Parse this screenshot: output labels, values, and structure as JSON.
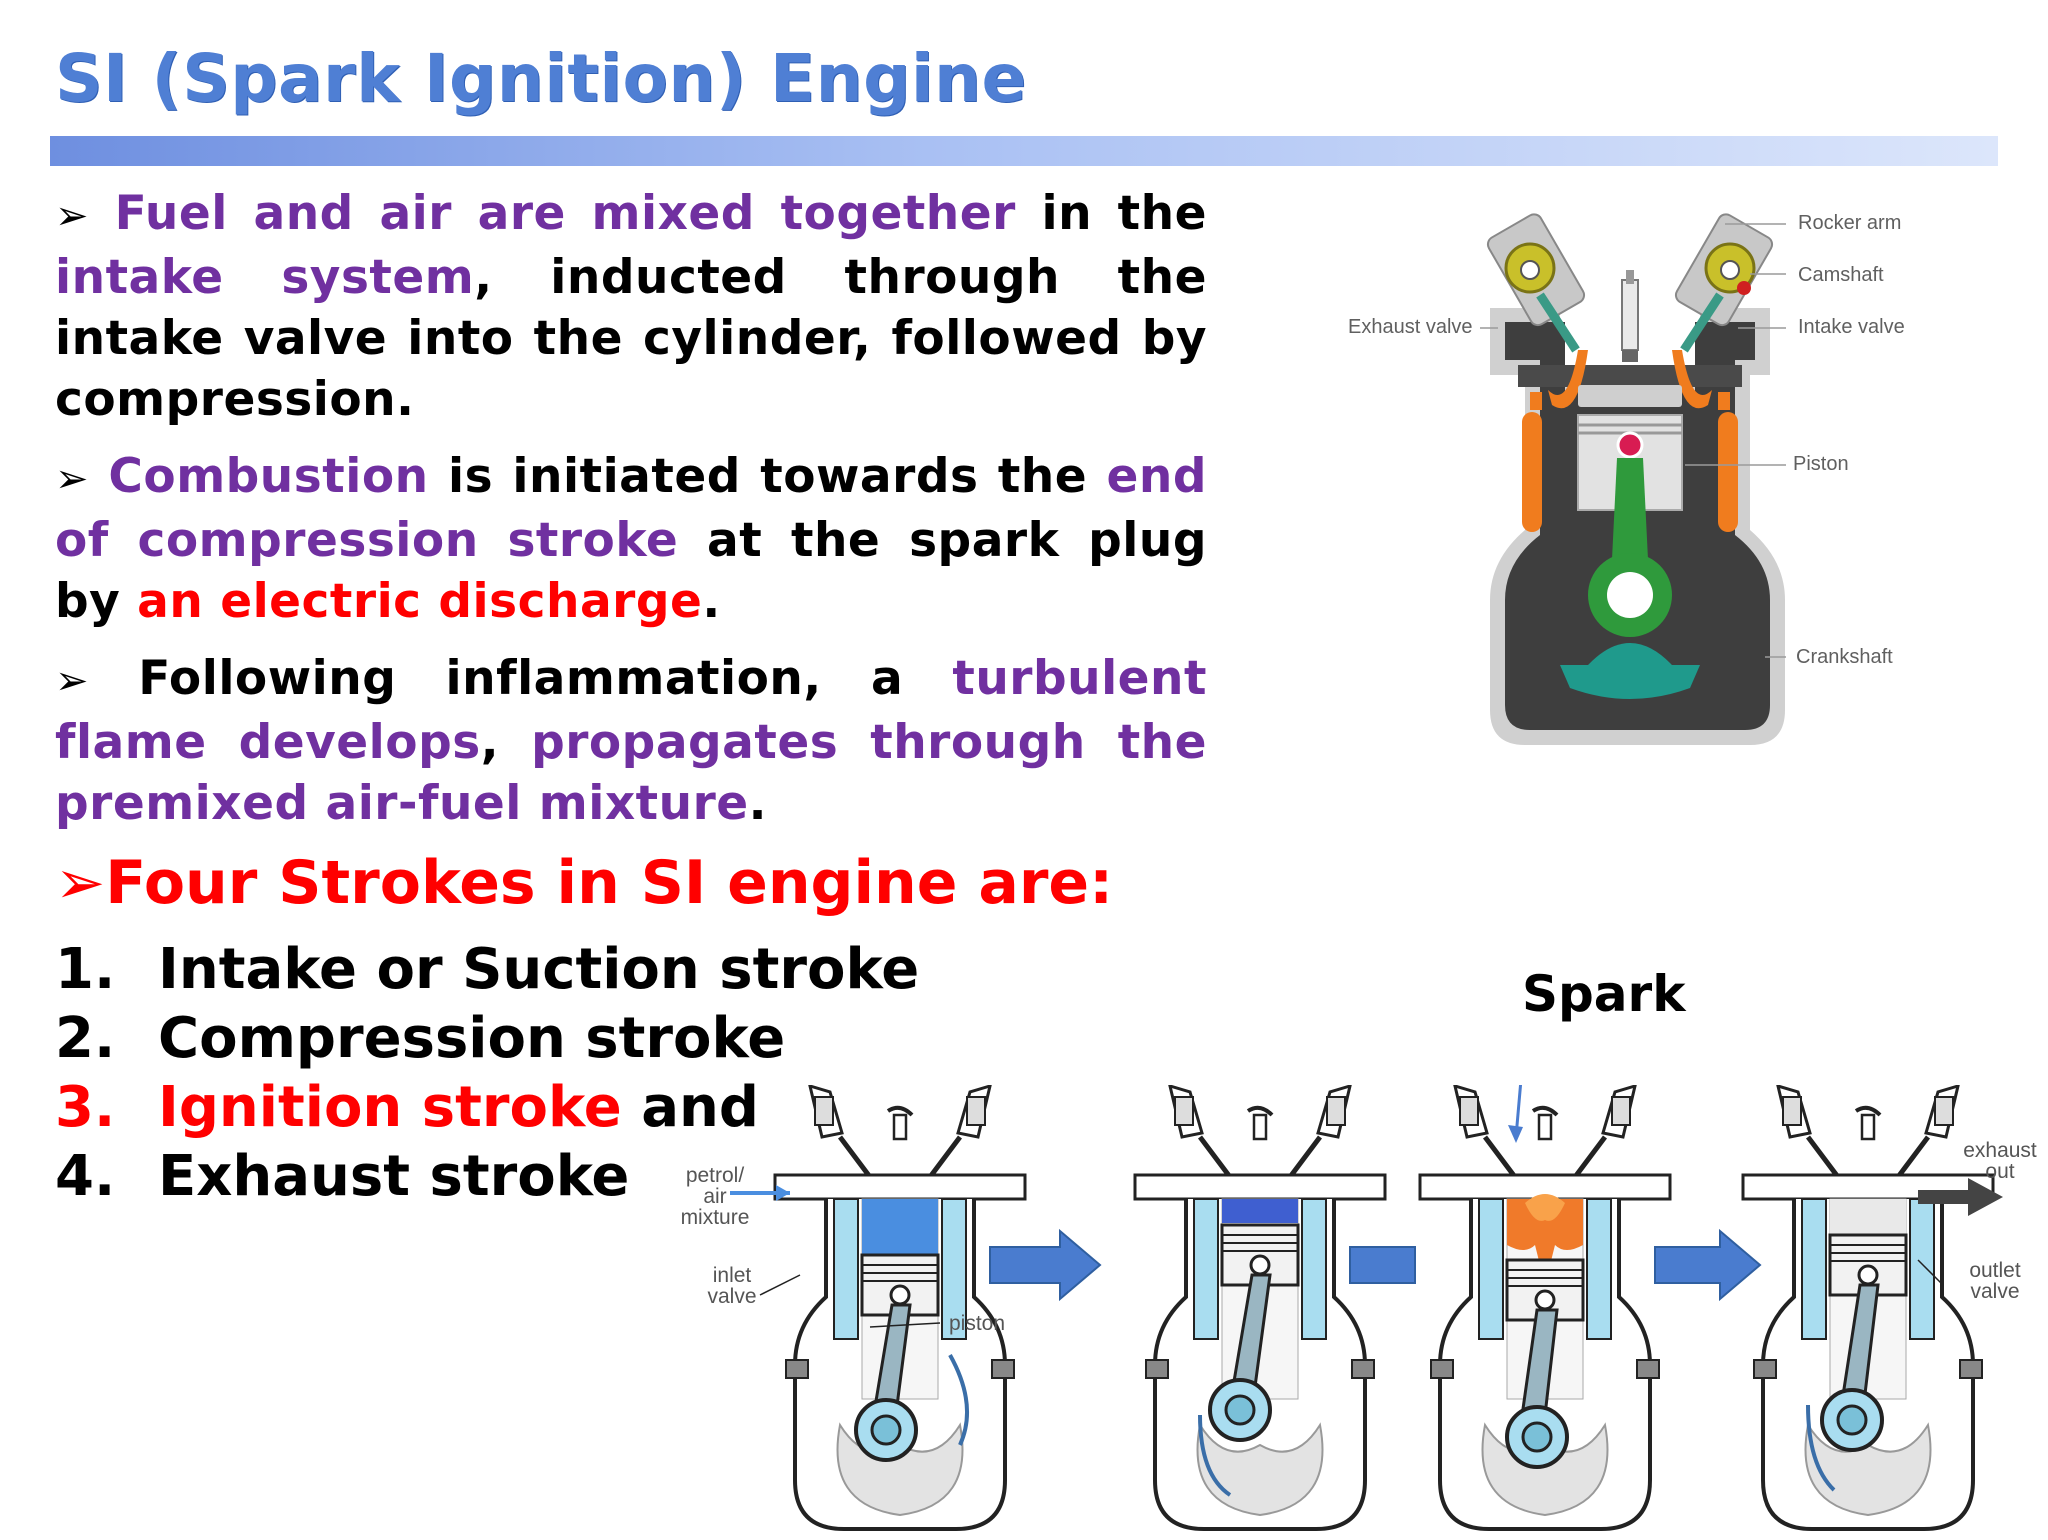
{
  "title": "SI (Spark Ignition) Engine",
  "bullets": [
    {
      "marker": "➢",
      "segments": [
        {
          "text": "Fuel and air are mixed together",
          "color": "purple"
        },
        {
          "text": " in the ",
          "color": "black"
        },
        {
          "text": "intake system",
          "color": "purple"
        },
        {
          "text": ", inducted through the intake valve into the cylinder, followed by compression.",
          "color": "black"
        }
      ]
    },
    {
      "marker": "➢",
      "segments": [
        {
          "text": "Combustion",
          "color": "purple"
        },
        {
          "text": " is initiated towards the ",
          "color": "black"
        },
        {
          "text": "end of compression stroke",
          "color": "purple"
        },
        {
          "text": " at the spark plug by ",
          "color": "black"
        },
        {
          "text": "an electric discharge",
          "color": "red"
        },
        {
          "text": ".",
          "color": "black"
        }
      ]
    },
    {
      "marker": "➢",
      "segments": [
        {
          "text": "Following inflammation, a ",
          "color": "black"
        },
        {
          "text": "turbulent flame develops",
          "color": "purple"
        },
        {
          "text": ", ",
          "color": "black"
        },
        {
          "text": "propagates through the premixed air-fuel mixture",
          "color": "purple"
        },
        {
          "text": ".",
          "color": "black"
        }
      ]
    }
  ],
  "four_strokes": {
    "heading": "➢Four Strokes in SI engine are:",
    "items": [
      {
        "num": "1.",
        "text": "Intake or Suction stroke"
      },
      {
        "num": "2.",
        "text": "Compression stroke"
      },
      {
        "num": "3.",
        "text": "Ignition stroke",
        "suffix": " and"
      },
      {
        "num": "4.",
        "text": "Exhaust stroke"
      }
    ]
  },
  "engine_diagram": {
    "labels": {
      "rocker_arm": "Rocker arm",
      "camshaft": "Camshaft",
      "intake_valve": "Intake valve",
      "exhaust_valve": "Exhaust valve",
      "piston": "Piston",
      "crankshaft": "Crankshaft"
    }
  },
  "stroke_diagram": {
    "spark_label": "Spark",
    "labels": {
      "petrol_air_mixture": "petrol/ air mixture",
      "inlet_valve": "inlet valve",
      "piston": "piston",
      "exhaust_out": "exhaust out",
      "outlet_valve": "outlet valve"
    }
  },
  "colors": {
    "title": "#4f7fd4",
    "purple": "#7030a0",
    "red": "#ff0000",
    "black": "#000000",
    "arrow_blue": "#4a7ccf",
    "mixture_blue": "#4a8ee0",
    "compressed_blue": "#3f5fd0",
    "flame_orange": "#f07a2a",
    "coolant_cyan": "#a9ddf0",
    "rod_green": "#2f9a3c",
    "crank_teal": "#1f9a8c"
  }
}
